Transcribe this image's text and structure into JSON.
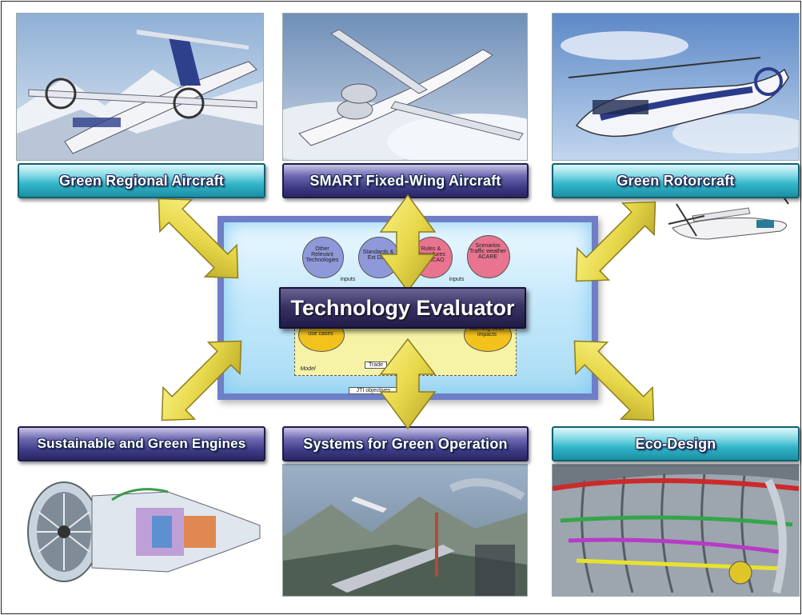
{
  "boxes": {
    "green_regional": "Green Regional Aircraft",
    "smart_fixed_wing": "SMART Fixed-Wing Aircraft",
    "green_rotorcraft": "Green Rotorcraft",
    "sustainable_engines": "Sustainable and Green Engines",
    "systems_green_operation": "Systems for Green Operation",
    "eco_design": "Eco-Design"
  },
  "center": {
    "title": "Technology Evaluator",
    "bubbles": [
      "Other Relevant Technologies",
      "Standards & Ext Data",
      "Rules & Procedures ATM/ICAO",
      "Scenarios Traffic weather ACARE"
    ],
    "inputs_label": "inputs",
    "left_node": "use cases",
    "right_node": "warming other impacts",
    "model_label": "Model",
    "trade_label": "Trade",
    "objectives_label": "JTI objectives"
  },
  "colors": {
    "label_blue": "#33b6ca",
    "label_purple": "#3f3b86",
    "arrow_yellow": "#e7d84a",
    "panel_border": "#6e7fc7"
  }
}
